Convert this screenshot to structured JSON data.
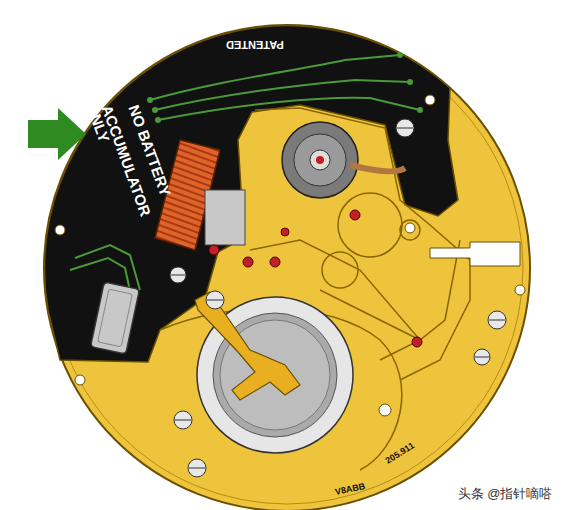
{
  "diagram": {
    "labels": [
      "PATENTED",
      "NO BATTERY",
      "ACCUMULATOR",
      "ONLY",
      "205.911",
      "V8ABB",
      "头条 @指针嘀嗒"
    ]
  }
}
